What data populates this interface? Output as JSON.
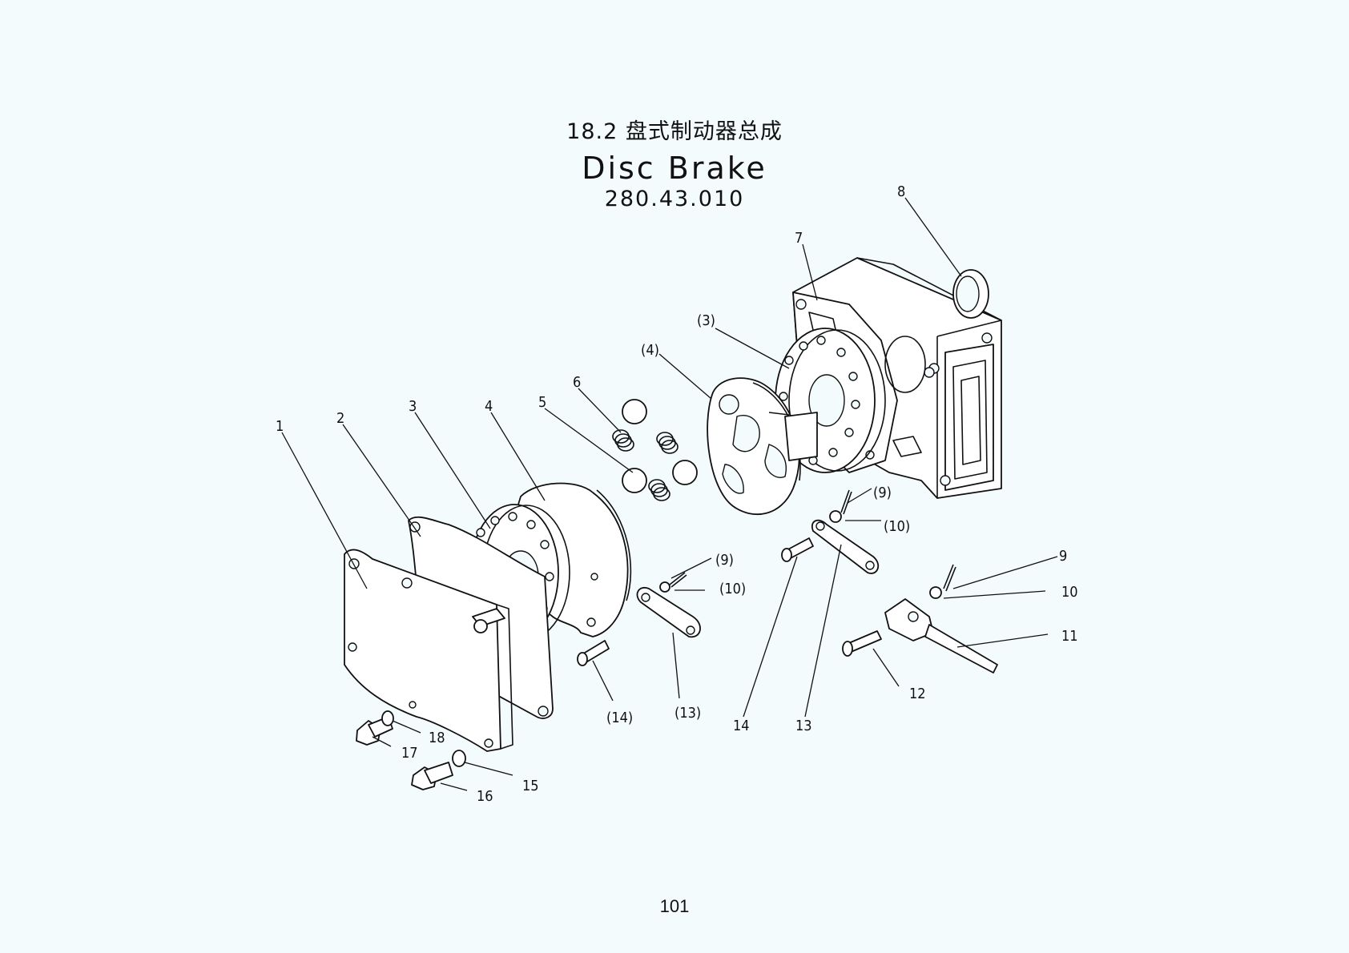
{
  "title_cn": "18.2 盘式制动器总成",
  "title_en": "Disc Brake",
  "part_number": "280.43.010",
  "page_number": "101",
  "callouts": {
    "c1": "1",
    "c2": "2",
    "c3": "3",
    "c4": "4",
    "c5": "5",
    "c6": "6",
    "c7": "7",
    "c8": "8",
    "c9": "9",
    "c10": "10",
    "c11": "11",
    "c12": "12",
    "c13": "13",
    "c14": "14",
    "c15": "15",
    "c16": "16",
    "c17": "17",
    "c18": "18",
    "c3p": "(3)",
    "c4p": "(4)",
    "c9pa": "(9)",
    "c10pa": "(10)",
    "c9pb": "(9)",
    "c10pb": "(10)",
    "c13p": "(13)",
    "c14p": "(14)"
  }
}
